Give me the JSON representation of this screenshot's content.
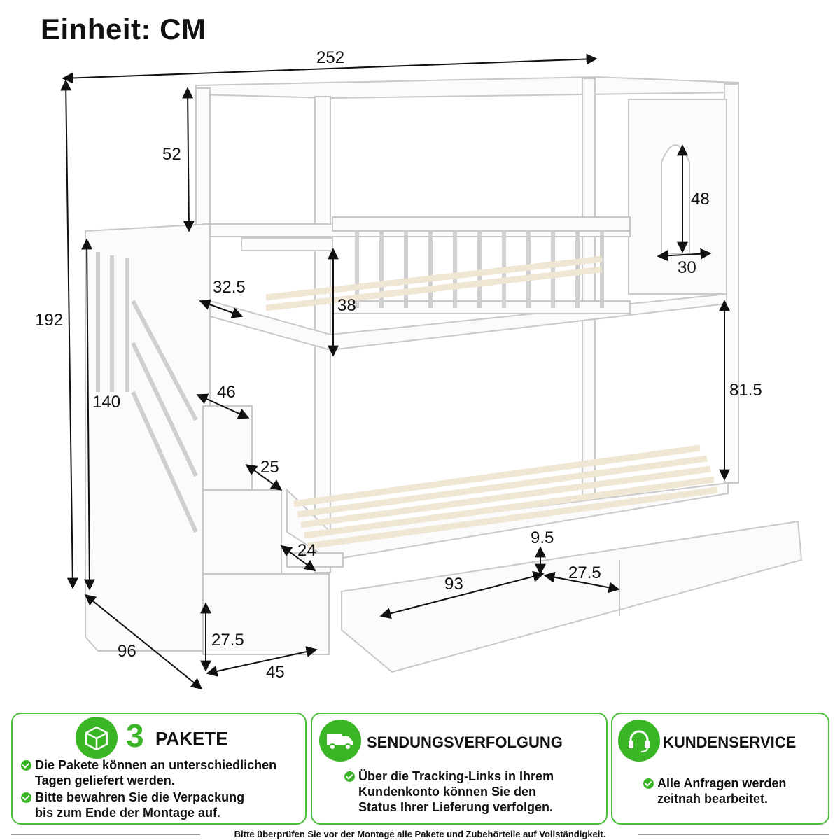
{
  "unit_title": "Einheit: CM",
  "dimensions": {
    "total_length": "252",
    "total_height": "192",
    "top_roof_height": "52",
    "window_height": "48",
    "window_width": "30",
    "guard_opening": "32.5",
    "top_rail_height": "38",
    "lower_clearance": "81.5",
    "stair_height": "140",
    "step_depth": "46",
    "step_rise": "25",
    "step_width": "24",
    "drawer_depth": "93",
    "drawer_height": "9.5",
    "drawer_gap": "27.5",
    "stair_cubby_height": "27.5",
    "stair_cubby_width": "45",
    "depth": "96"
  },
  "cards": [
    {
      "number": "3",
      "title": "PAKETE",
      "icon": "package-icon",
      "bullets": [
        [
          "Die Pakete können an unterschiedlichen",
          "Tagen geliefert werden."
        ],
        [
          "Bitte bewahren Sie die Verpackung",
          "bis zum Ende der Montage auf."
        ]
      ]
    },
    {
      "title": "SENDUNGSVERFOLGUNG",
      "icon": "truck-icon",
      "bullets": [
        [
          "Über die Tracking-Links in Ihrem",
          "Kundenkonto können Sie den",
          "Status Ihrer Lieferung verfolgen."
        ]
      ]
    },
    {
      "title": "KUNDENSERVICE",
      "icon": "headset-icon",
      "bullets": [
        [
          "Alle Anfragen werden",
          "zeitnah bearbeitet."
        ]
      ]
    }
  ],
  "footer": "Bitte überprüfen Sie vor der Montage alle Pakete und Zubehörteile auf Vollständigkeit.",
  "colors": {
    "accent": "#3ab526",
    "border": "#4bbf3a",
    "slat": "#efe6d4"
  }
}
